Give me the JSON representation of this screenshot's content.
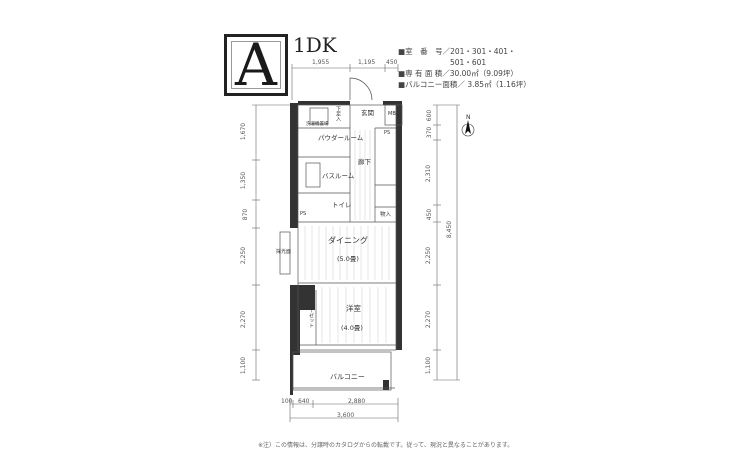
{
  "logo_letter": "A",
  "plan_type": "1DK",
  "info": {
    "room_no": "■室　番　号／201・301・401・",
    "room_no_2": "501・601",
    "area": "■専 有 面 積／30.00㎡（9.09坪）",
    "balcony": "■バルコニー面積／ 3.85㎡（1.16坪）"
  },
  "top_dims": [
    "1,955",
    "1,195",
    "450"
  ],
  "left_dims": [
    "1,670",
    "1,350",
    "870",
    "2,250",
    "2,270",
    "1,100"
  ],
  "right_dims": [
    "600",
    "370",
    "2,310",
    "450",
    "2,250",
    "2,270",
    "1,100"
  ],
  "total_depth": "8,450",
  "bottom_dims": [
    "100",
    "640",
    "2,880"
  ],
  "total_width": "3,600",
  "rooms": {
    "entrance": "玄関",
    "shoe": "下足入",
    "laundry": "洗濯機置場",
    "powder": "パウダールーム",
    "hall": "廊下",
    "bath": "バスルーム",
    "toilet": "トイレ",
    "ps1": "PS",
    "ps2": "PS",
    "storage": "物入",
    "mb": "MB",
    "dining": "ダイニング",
    "dining_size": "(5.0畳)",
    "western": "洋室",
    "western_size": "(4.0畳)",
    "closet": "クローゼット",
    "balcony": "バルコニー",
    "window_label": "採光面"
  },
  "north": "N",
  "note": "※注）この情報は、分譲時のカタログからの転載です。従って、現況と異なることがあります。"
}
